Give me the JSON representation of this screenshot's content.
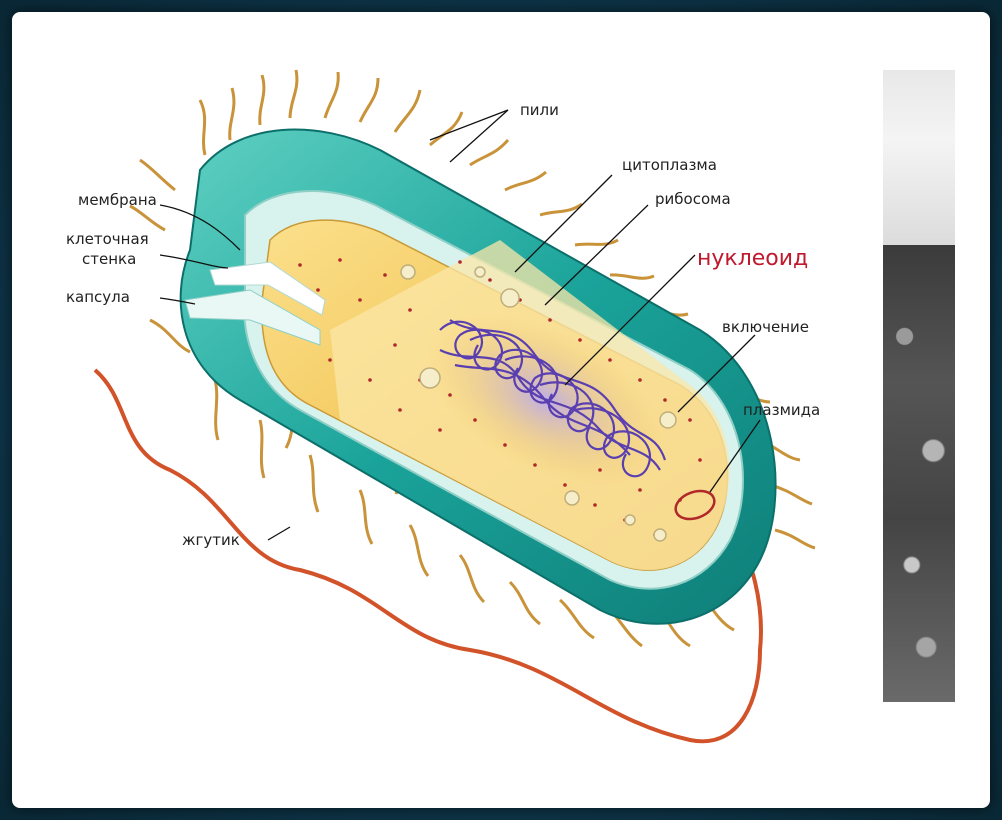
{
  "labels": {
    "pili": "пили",
    "cytoplasm": "цитоплазма",
    "ribosome": "рибосома",
    "nucleoid": "нуклеоид",
    "inclusion": "включение",
    "plasmid": "плазмида",
    "membrane": "мембрана",
    "cell_wall_line1": "клеточная",
    "cell_wall_line2": "стенка",
    "capsule": "капсула",
    "flagellum": "жгутик"
  },
  "colors": {
    "capsule": "#1aa39a",
    "capsule_light": "#7fd6c8",
    "cytoplasm": "#f3c75a",
    "nucleoid": "#5a3fb0",
    "flagellum": "#d2532a",
    "pili": "#c9933a",
    "nucleoid_label": "#c0182c"
  }
}
